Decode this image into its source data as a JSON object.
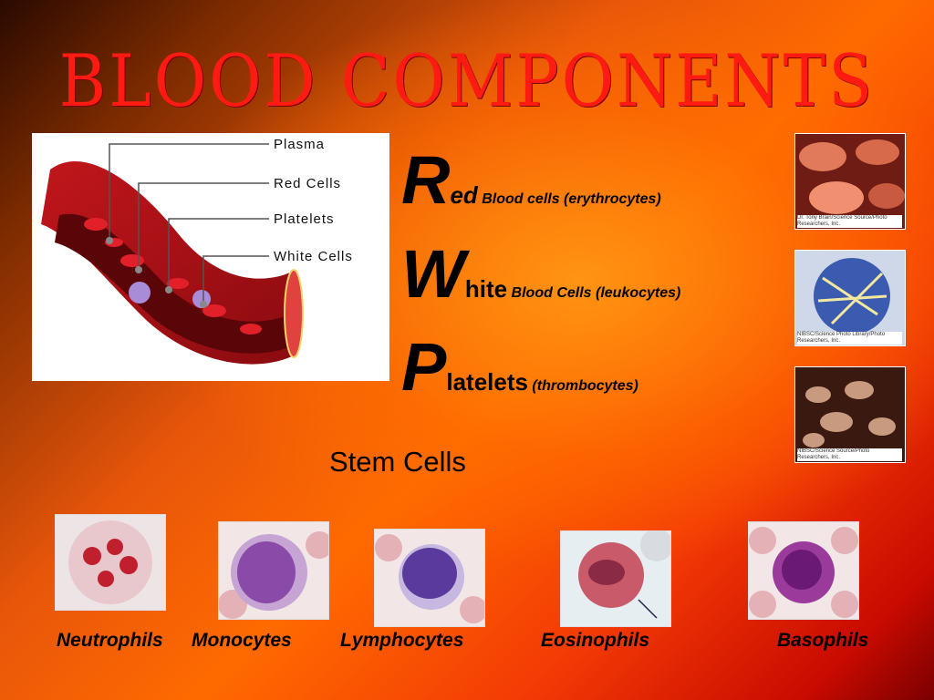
{
  "title": "BLOOD COMPONENTS",
  "vessel_diagram": {
    "labels": [
      "Plasma",
      "Red Cells",
      "Platelets",
      "White Cells"
    ]
  },
  "rwp": [
    {
      "letter": "R",
      "rest": "ed",
      "detail": "Blood cells (erythrocytes)"
    },
    {
      "letter": "W",
      "rest": "hite",
      "detail": "Blood Cells (leukocytes)"
    },
    {
      "letter": "P",
      "rest": "latelets",
      "detail": "(thrombocytes)"
    }
  ],
  "photos": [
    {
      "name": "red-cells-photo",
      "caption": "Dr. Tony Brain/Science Source/Photo Researchers, Inc."
    },
    {
      "name": "white-cell-photo",
      "caption": "NIBSC/Science Photo Library/Photo Researchers, Inc."
    },
    {
      "name": "platelets-photo",
      "caption": "NIBSC/Science Source/Photo Researchers, Inc."
    }
  ],
  "stem_label": "Stem Cells",
  "white_cells": [
    "Neutrophils",
    "Monocytes",
    "Lymphocytes",
    "Eosinophils",
    "Basophils"
  ],
  "colors": {
    "title": "#ff1a12",
    "text": "#000000",
    "rbc": "#c81e2a"
  }
}
